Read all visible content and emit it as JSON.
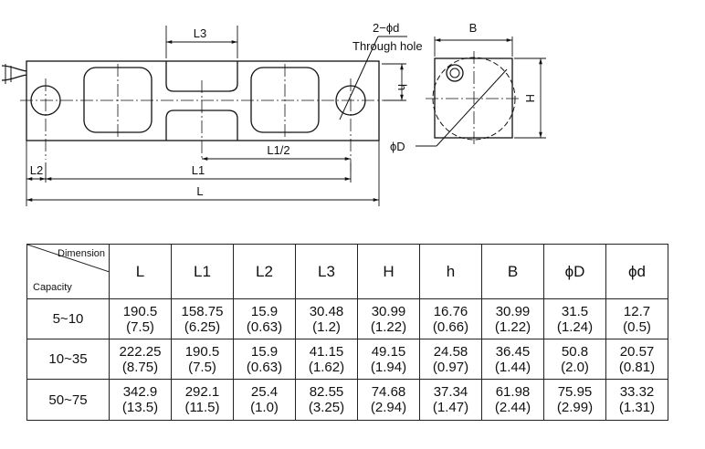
{
  "drawing": {
    "side_view": {
      "labels": {
        "L3": "L3",
        "hole_note_line1": "2−ϕd",
        "hole_note_line2": "Through hole",
        "h": "h",
        "L1_half": "L1/2",
        "L2": "L2",
        "L1": "L1",
        "L": "L"
      }
    },
    "end_view": {
      "labels": {
        "B": "B",
        "H": "H",
        "phiD": "ϕD"
      }
    }
  },
  "table": {
    "corner_top": "Dimension",
    "corner_bottom": "Capacity",
    "columns": [
      "L",
      "L1",
      "L2",
      "L3",
      "H",
      "h",
      "B",
      "ϕD",
      "ϕd"
    ],
    "rows": [
      {
        "capacity": "5~10",
        "cells": [
          {
            "main": "190.5",
            "sub": "(7.5)"
          },
          {
            "main": "158.75",
            "sub": "(6.25)"
          },
          {
            "main": "15.9",
            "sub": "(0.63)"
          },
          {
            "main": "30.48",
            "sub": "(1.2)"
          },
          {
            "main": "30.99",
            "sub": "(1.22)"
          },
          {
            "main": "16.76",
            "sub": "(0.66)"
          },
          {
            "main": "30.99",
            "sub": "(1.22)"
          },
          {
            "main": "31.5",
            "sub": "(1.24)"
          },
          {
            "main": "12.7",
            "sub": "(0.5)"
          }
        ]
      },
      {
        "capacity": "10~35",
        "cells": [
          {
            "main": "222.25",
            "sub": "(8.75)"
          },
          {
            "main": "190.5",
            "sub": "(7.5)"
          },
          {
            "main": "15.9",
            "sub": "(0.63)"
          },
          {
            "main": "41.15",
            "sub": "(1.62)"
          },
          {
            "main": "49.15",
            "sub": "(1.94)"
          },
          {
            "main": "24.58",
            "sub": "(0.97)"
          },
          {
            "main": "36.45",
            "sub": "(1.44)"
          },
          {
            "main": "50.8",
            "sub": "(2.0)"
          },
          {
            "main": "20.57",
            "sub": "(0.81)"
          }
        ]
      },
      {
        "capacity": "50~75",
        "cells": [
          {
            "main": "342.9",
            "sub": "(13.5)"
          },
          {
            "main": "292.1",
            "sub": "(11.5)"
          },
          {
            "main": "25.4",
            "sub": "(1.0)"
          },
          {
            "main": "82.55",
            "sub": "(3.25)"
          },
          {
            "main": "74.68",
            "sub": "(2.94)"
          },
          {
            "main": "37.34",
            "sub": "(1.47)"
          },
          {
            "main": "61.98",
            "sub": "(2.44)"
          },
          {
            "main": "75.95",
            "sub": "(2.99)"
          },
          {
            "main": "33.32",
            "sub": "(1.31)"
          }
        ]
      }
    ]
  }
}
